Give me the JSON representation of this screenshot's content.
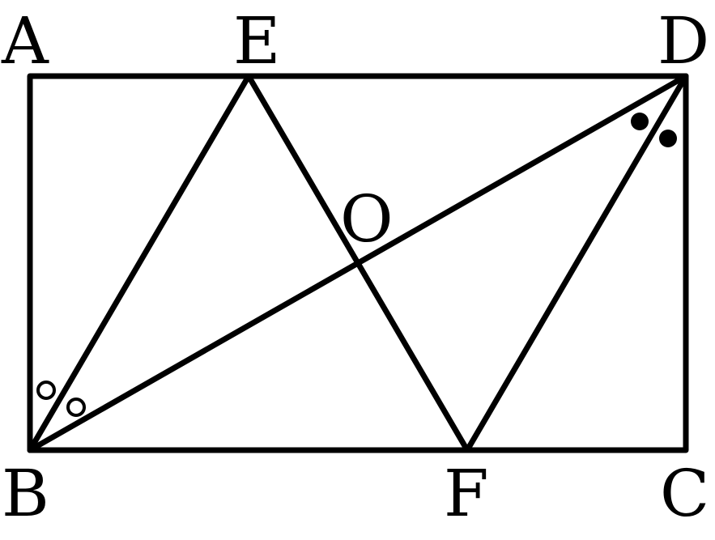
{
  "labels": {
    "A": "A",
    "E": "E",
    "D": "D",
    "B": "B",
    "F": "F",
    "C": "C",
    "O": "O"
  },
  "stroke_color": "#000000",
  "background": "#ffffff"
}
